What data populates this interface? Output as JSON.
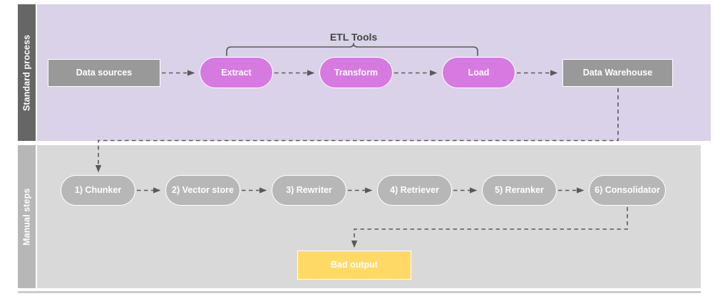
{
  "diagram": {
    "title": "ETL and manual RAG pipeline swimlane diagram",
    "colors": {
      "lane_standard_band": "#d9d2e9",
      "lane_standard_header": "#666666",
      "lane_manual_band": "#d9d9d9",
      "lane_manual_header": "#b7b7b7",
      "node_gray": "#999999",
      "node_purple": "#d67ae1",
      "node_gray_light": "#b7b7b7",
      "node_yellow": "#ffd966",
      "connector": "#595959",
      "text_dark": "#434343",
      "text_light": "#ffffff"
    }
  },
  "lanes": [
    {
      "id": "standard-process",
      "label": "Standard process"
    },
    {
      "id": "manual-steps",
      "label": "Manual steps"
    }
  ],
  "annotations": {
    "etl_tools": "ETL Tools"
  },
  "standard_process": {
    "nodes": [
      {
        "id": "data-sources",
        "label": "Data sources",
        "shape": "rect",
        "style": "gray"
      },
      {
        "id": "extract",
        "label": "Extract",
        "shape": "pill",
        "style": "purple"
      },
      {
        "id": "transform",
        "label": "Transform",
        "shape": "pill",
        "style": "purple"
      },
      {
        "id": "load",
        "label": "Load",
        "shape": "pill",
        "style": "purple"
      },
      {
        "id": "data-warehouse",
        "label": "Data Warehouse",
        "shape": "rect",
        "style": "gray"
      }
    ]
  },
  "manual_steps": {
    "nodes": [
      {
        "id": "chunker",
        "label": "1) Chunker",
        "shape": "pill",
        "style": "gray-light"
      },
      {
        "id": "vector-store",
        "label": "2) Vector store",
        "shape": "pill",
        "style": "gray-light"
      },
      {
        "id": "rewriter",
        "label": "3) Rewriter",
        "shape": "pill",
        "style": "gray-light"
      },
      {
        "id": "retriever",
        "label": "4) Retriever",
        "shape": "pill",
        "style": "gray-light"
      },
      {
        "id": "reranker",
        "label": "5) Reranker",
        "shape": "pill",
        "style": "gray-light"
      },
      {
        "id": "consolidator",
        "label": "6) Consolidator",
        "shape": "pill",
        "style": "gray-light"
      }
    ],
    "outputs": [
      {
        "id": "bad-output",
        "label": "Bad output",
        "shape": "rect",
        "style": "yellow"
      }
    ]
  },
  "edges": [
    {
      "from": "data-sources",
      "to": "extract",
      "style": "dashed-arrow"
    },
    {
      "from": "extract",
      "to": "transform",
      "style": "dashed-arrow"
    },
    {
      "from": "transform",
      "to": "load",
      "style": "dashed-arrow"
    },
    {
      "from": "load",
      "to": "data-warehouse",
      "style": "dashed-arrow"
    },
    {
      "from": "data-warehouse",
      "to": "chunker",
      "style": "dashed-arrow-elbow"
    },
    {
      "from": "chunker",
      "to": "vector-store",
      "style": "dashed-arrow"
    },
    {
      "from": "vector-store",
      "to": "rewriter",
      "style": "dashed-arrow"
    },
    {
      "from": "rewriter",
      "to": "retriever",
      "style": "dashed-arrow"
    },
    {
      "from": "retriever",
      "to": "reranker",
      "style": "dashed-arrow"
    },
    {
      "from": "reranker",
      "to": "consolidator",
      "style": "dashed-arrow"
    },
    {
      "from": "consolidator",
      "to": "bad-output",
      "style": "dashed-arrow-elbow"
    }
  ],
  "brace": {
    "label": "ETL Tools",
    "spans": [
      "extract",
      "transform",
      "load"
    ]
  }
}
